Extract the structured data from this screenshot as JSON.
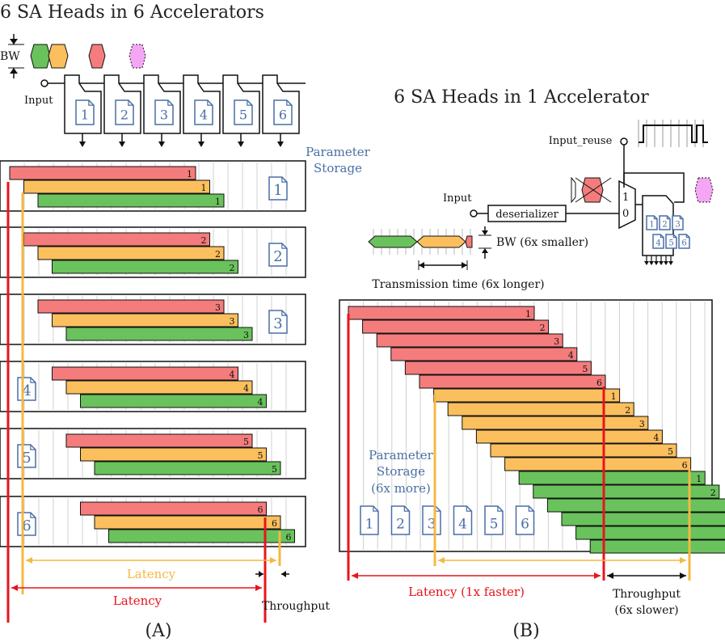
{
  "left": {
    "title": "6 SA Heads in 6 Accelerators",
    "bw_label": "BW",
    "input_label": "Input",
    "param_label": [
      "Parameter",
      "Storage"
    ],
    "accel_numbers": [
      "1",
      "2",
      "3",
      "4",
      "5",
      "6"
    ],
    "latency_orange": "Latency",
    "latency_red": "Latency",
    "throughput": "Throughput",
    "caption": "(A)"
  },
  "right": {
    "title": "6 SA Heads in 1 Accelerator",
    "input_reuse": "Input_reuse",
    "input_label": "Input",
    "deserializer": "deserializer",
    "mux_one": "1",
    "mux_zero": "0",
    "bw_label": "BW (6x smaller)",
    "transmission": "Transmission time (6x longer)",
    "param_label": [
      "Parameter",
      "Storage",
      "(6x more)"
    ],
    "doc_numbers": [
      "1",
      "2",
      "3",
      "4",
      "5",
      "6"
    ],
    "latency": "Latency (1x faster)",
    "throughput": [
      "Throughput",
      "(6x slower)"
    ],
    "caption": "(B)"
  },
  "colors": {
    "red": "#f47c7c",
    "orange": "#fbbf5e",
    "green": "#69c25b",
    "pink": "#f4a6f4",
    "blue": "#4a6fa5",
    "red_line": "#e8141c",
    "orange_line": "#f5b841"
  }
}
